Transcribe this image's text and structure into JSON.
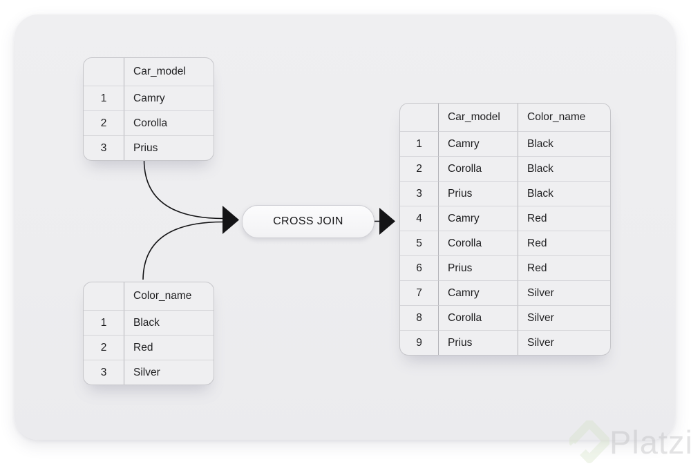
{
  "diagram": {
    "left_table": {
      "headers": [
        "",
        "Car_model"
      ],
      "rows": [
        [
          "1",
          "Camry"
        ],
        [
          "2",
          "Corolla"
        ],
        [
          "3",
          "Prius"
        ]
      ]
    },
    "bottom_table": {
      "headers": [
        "",
        "Color_name"
      ],
      "rows": [
        [
          "1",
          "Black"
        ],
        [
          "2",
          "Red"
        ],
        [
          "3",
          "Silver"
        ]
      ]
    },
    "result_table": {
      "headers": [
        "",
        "Car_model",
        "Color_name"
      ],
      "rows": [
        [
          "1",
          "Camry",
          "Black"
        ],
        [
          "2",
          "Corolla",
          "Black"
        ],
        [
          "3",
          "Prius",
          "Black"
        ],
        [
          "4",
          "Camry",
          "Red"
        ],
        [
          "5",
          "Corolla",
          "Red"
        ],
        [
          "6",
          "Prius",
          "Red"
        ],
        [
          "7",
          "Camry",
          "Silver"
        ],
        [
          "8",
          "Corolla",
          "Silver"
        ],
        [
          "9",
          "Prius",
          "Silver"
        ]
      ]
    },
    "operator_label": "CROSS JOIN"
  },
  "watermark": {
    "brand": "Platzi",
    "logo_icon": "platzi-diamond-icon"
  },
  "colors": {
    "page_bg": "#ffffff",
    "card_bg": "#ededef",
    "table_bg": "#efeff1",
    "table_border": "#c6c6ca",
    "row_divider": "#d5d5d9",
    "column_divider": "#b3b3b8",
    "arrow": "#141416",
    "text": "#1d1d1f",
    "watermark_green": "#cfe0bd",
    "watermark_gray": "#bababd"
  }
}
